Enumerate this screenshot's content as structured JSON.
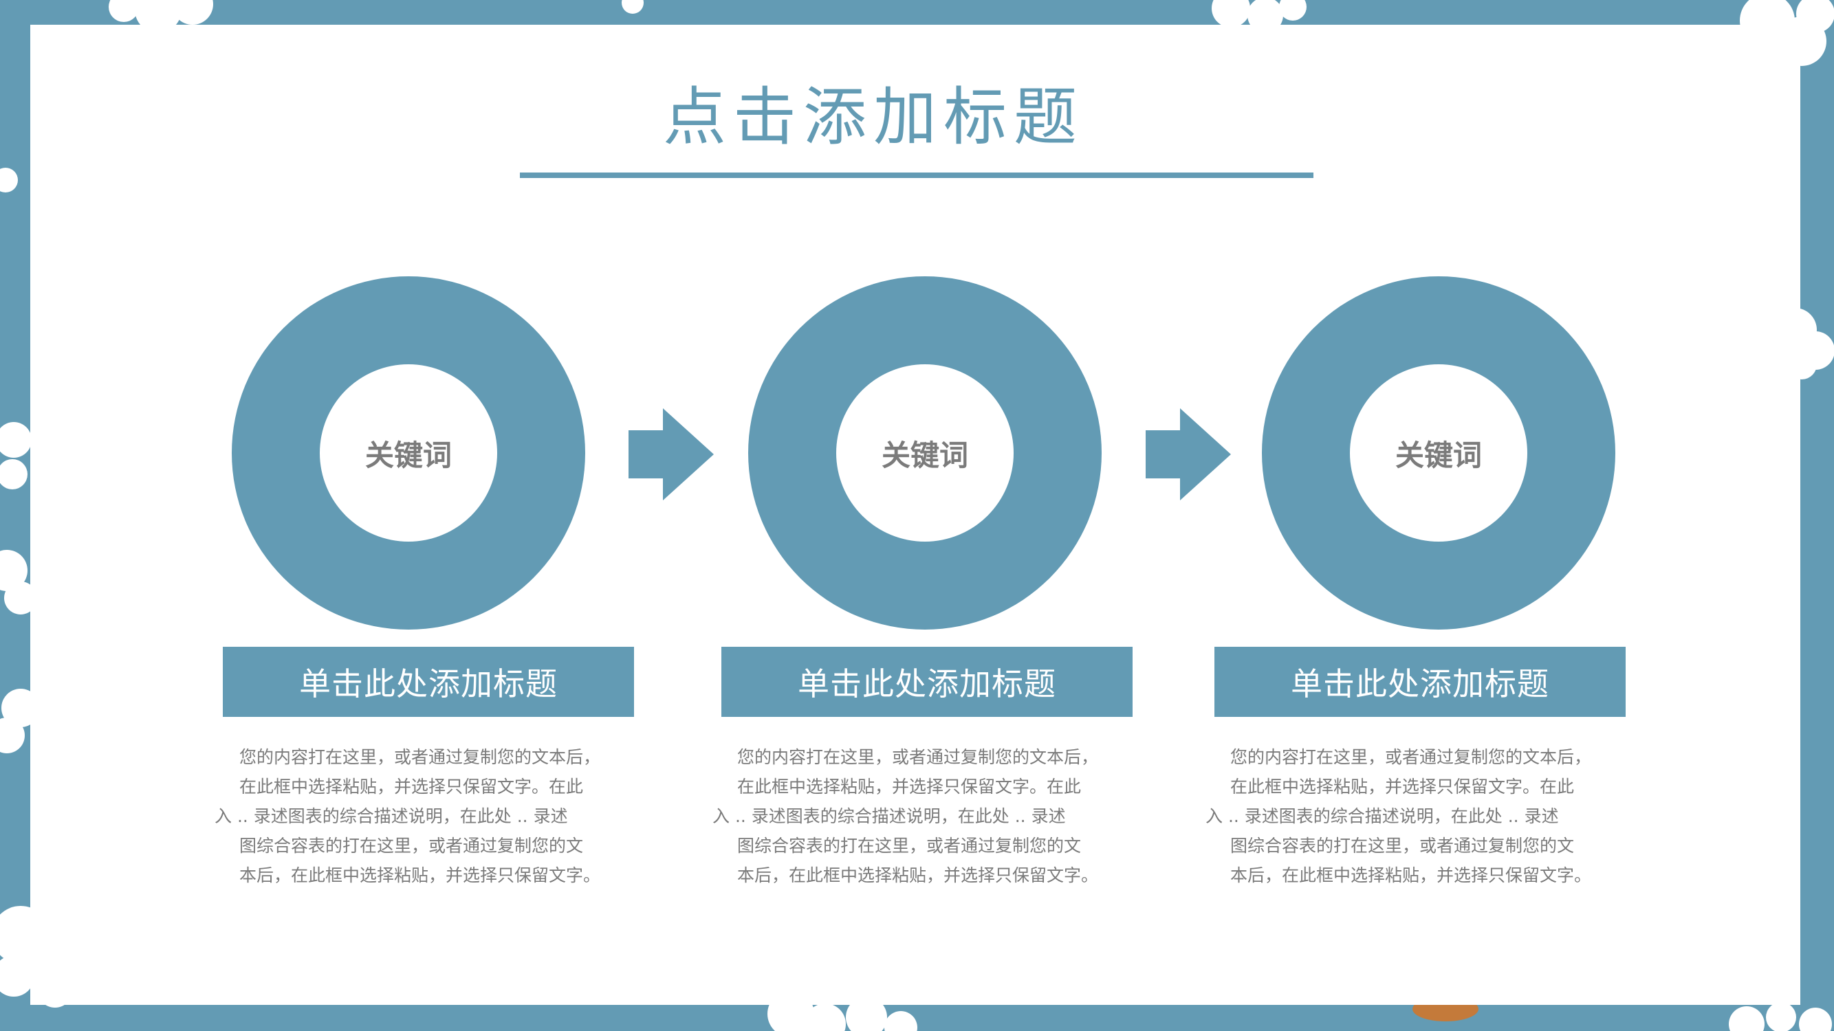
{
  "colors": {
    "accent": "#639BB4",
    "text_gray": "#7a7a7a",
    "white": "#ffffff"
  },
  "title": "点击添加标题",
  "steps": [
    {
      "keyword": "关键词",
      "heading": "单击此处添加标题",
      "lines": [
        "您的内容打在这里，或者通过复制您的文本后，",
        "在此框中选择粘贴，并选择只保留文字。在此",
        "入 .. 录述图表的综合描述说明，在此处 .. 录述",
        "图综合容表的打在这里，或者通过复制您的文",
        "本后，在此框中选择粘贴，并选择只保留文字。"
      ]
    },
    {
      "keyword": "关键词",
      "heading": "单击此处添加标题",
      "lines": [
        "您的内容打在这里，或者通过复制您的文本后，",
        "在此框中选择粘贴，并选择只保留文字。在此",
        "入 .. 录述图表的综合描述说明，在此处 .. 录述",
        "图综合容表的打在这里，或者通过复制您的文",
        "本后，在此框中选择粘贴，并选择只保留文字。"
      ]
    },
    {
      "keyword": "关键词",
      "heading": "单击此处添加标题",
      "lines": [
        "您的内容打在这里，或者通过复制您的文本后，",
        "在此框中选择粘贴，并选择只保留文字。在此",
        "入 .. 录述图表的综合描述说明，在此处 .. 录述",
        "图综合容表的打在这里，或者通过复制您的文",
        "本后，在此框中选择粘贴，并选择只保留文字。"
      ]
    }
  ],
  "icons": {
    "flow_arrow": "right-arrow-icon"
  }
}
